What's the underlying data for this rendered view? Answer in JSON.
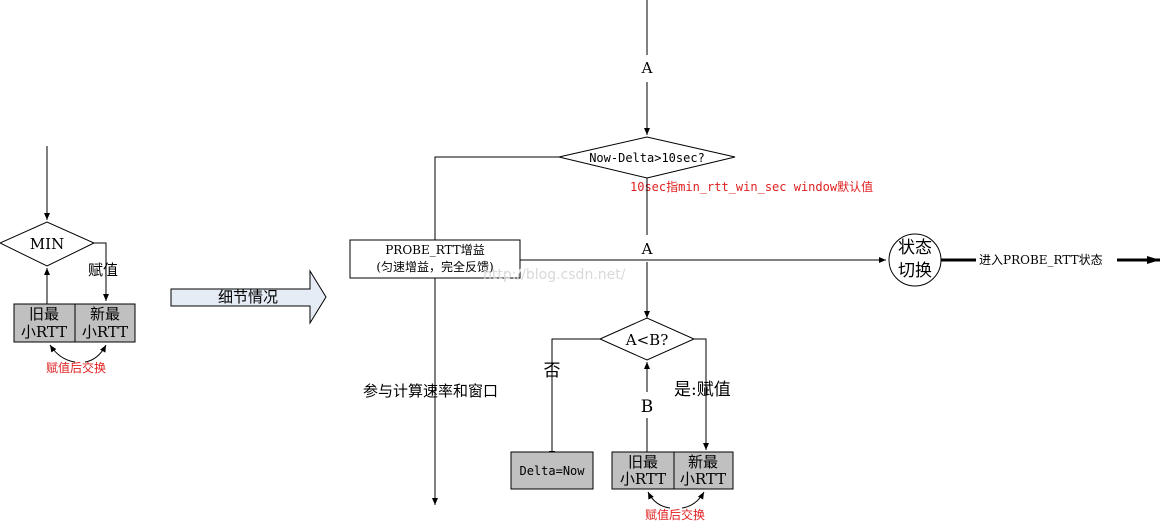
{
  "left": {
    "min_label": "MIN",
    "assign_label": "赋值",
    "old_label_line1": "旧最",
    "old_label_line2": "小RTT",
    "new_label_line1": "新最",
    "new_label_line2": "小RTT",
    "swap_note": "赋值后交换"
  },
  "detail_arrow_label": "细节情况",
  "main": {
    "label_a_top": "A",
    "cond_1": "Now-Delta>10sec?",
    "note_10sec": "10sec指min_rtt_win_sec window默认值",
    "label_a_mid": "A",
    "probe_line1": "PROBE_RTT增益",
    "probe_line2": "(匀速增益，完全反馈)",
    "state_line1": "状态",
    "state_line2": "切换",
    "enter_probe": "进入PROBE_RTT状态",
    "cond_2": "A<B?",
    "no_label": "否",
    "yes_label": "是:赋值",
    "label_b": "B",
    "participate": "参与计算速率和窗口",
    "delta_now": "Delta=Now",
    "old_line1": "旧最",
    "old_line2": "小RTT",
    "new_line1": "新最",
    "new_line2": "小RTT",
    "swap_note": "赋值后交换"
  },
  "watermark": "http://blog.csdn.net/",
  "colors": {
    "box_fill": "#c0c0c0",
    "arrow_fill": "#e6ecf5",
    "note_red": "#e02020"
  }
}
